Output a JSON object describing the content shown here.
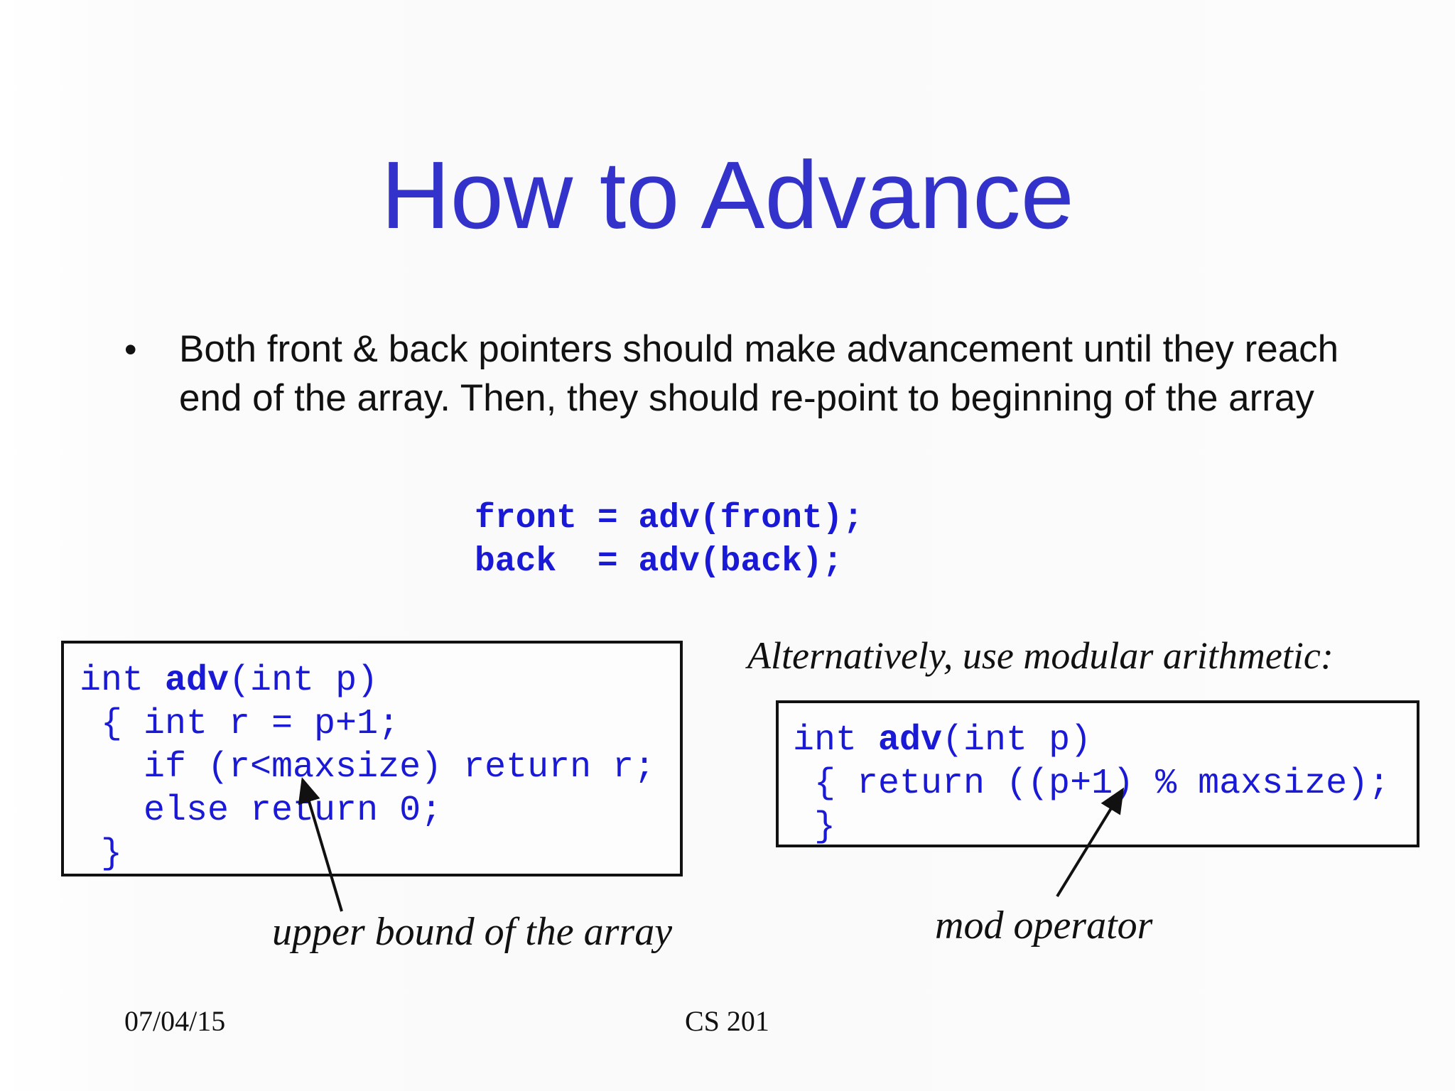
{
  "slide": {
    "title": "How to Advance",
    "bullet_symbol": "•",
    "bullet_text": "Both front & back pointers should make advancement until they reach end of the array. Then, they should re-point to beginning of the array",
    "call_code": {
      "line1": "front = adv(front);",
      "line2": "back  = adv(back);"
    },
    "code_box_1": {
      "line1_kw": "int ",
      "line1_fn": "adv",
      "line1_rest": "(int p)",
      "line2": " { int r = p+1;",
      "line3": "   if (r<maxsize) return r;",
      "line4": "   else return 0;",
      "line5": " }"
    },
    "alternative_label": "Alternatively, use modular arithmetic:",
    "code_box_2": {
      "line1_kw": "int ",
      "line1_fn": "adv",
      "line1_rest": "(int p)",
      "line2": " { return ((p+1) % maxsize);",
      "line3": " }"
    },
    "annotation_1": "upper bound of the array",
    "annotation_2": "mod operator",
    "footer_date": "07/04/15",
    "footer_course": "CS 201"
  },
  "colors": {
    "title": "#3333cc",
    "code": "#1a1ad6",
    "text": "#111111"
  }
}
